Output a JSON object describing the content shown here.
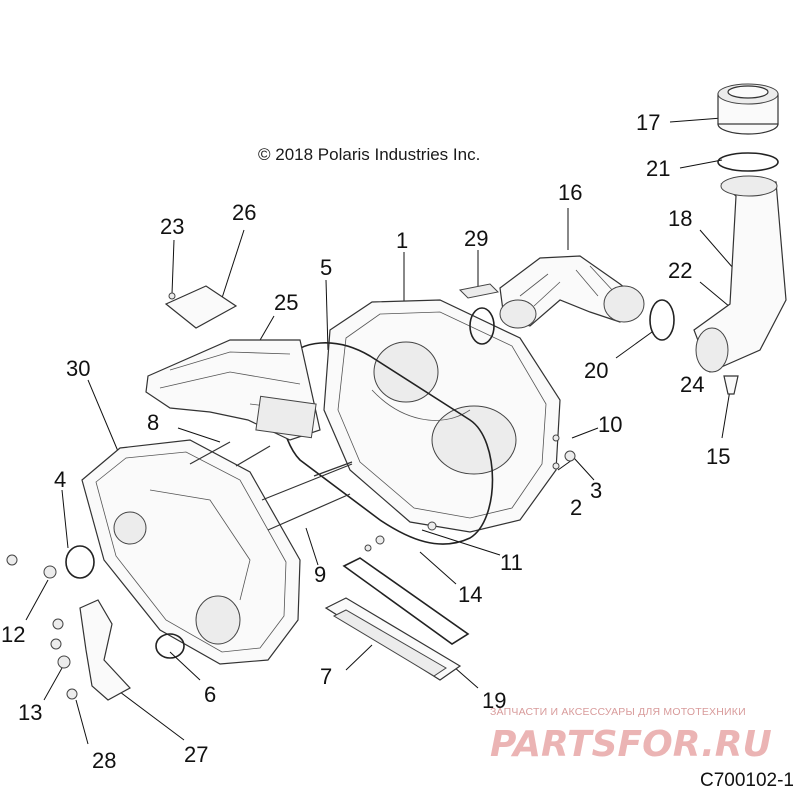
{
  "copyright": "© 2018 Polaris Industries Inc.",
  "figure_id": "C700102-1",
  "watermark": {
    "tagline": "ЗАПЧАСТИ И АКСЕССУАРЫ ДЛЯ МОТОТЕХНИКИ",
    "logo_text": "PARTSFOR.RU"
  },
  "callouts": [
    "1",
    "2",
    "3",
    "4",
    "5",
    "6",
    "7",
    "8",
    "9",
    "10",
    "11",
    "12",
    "13",
    "14",
    "15",
    "16",
    "17",
    "18",
    "19",
    "20",
    "21",
    "22",
    "23",
    "24",
    "25",
    "26",
    "27",
    "28",
    "29",
    "30"
  ]
}
